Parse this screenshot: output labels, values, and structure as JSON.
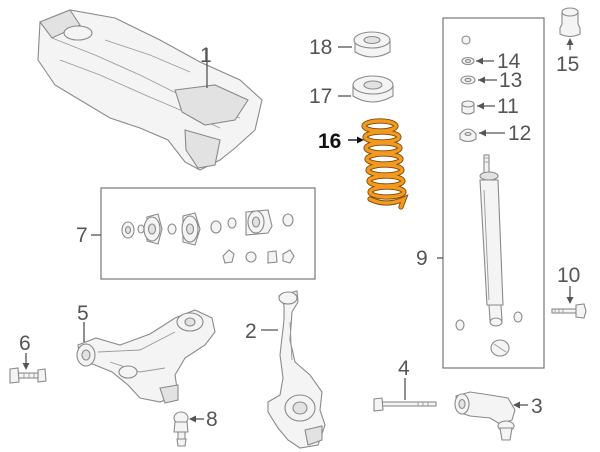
{
  "callouts": {
    "c1": "1",
    "c2": "2",
    "c3": "3",
    "c4": "4",
    "c5": "5",
    "c6": "6",
    "c7": "7",
    "c8": "8",
    "c9": "9",
    "c10": "10",
    "c11": "11",
    "c12": "12",
    "c13": "13",
    "c14": "14",
    "c15": "15",
    "c16": "16",
    "c17": "17",
    "c18": "18"
  },
  "colors": {
    "highlight_spring": "#f39a1e",
    "highlight_spring_outline": "#7a4a08",
    "line_art": "#8a8a8a",
    "label": "#555555"
  }
}
